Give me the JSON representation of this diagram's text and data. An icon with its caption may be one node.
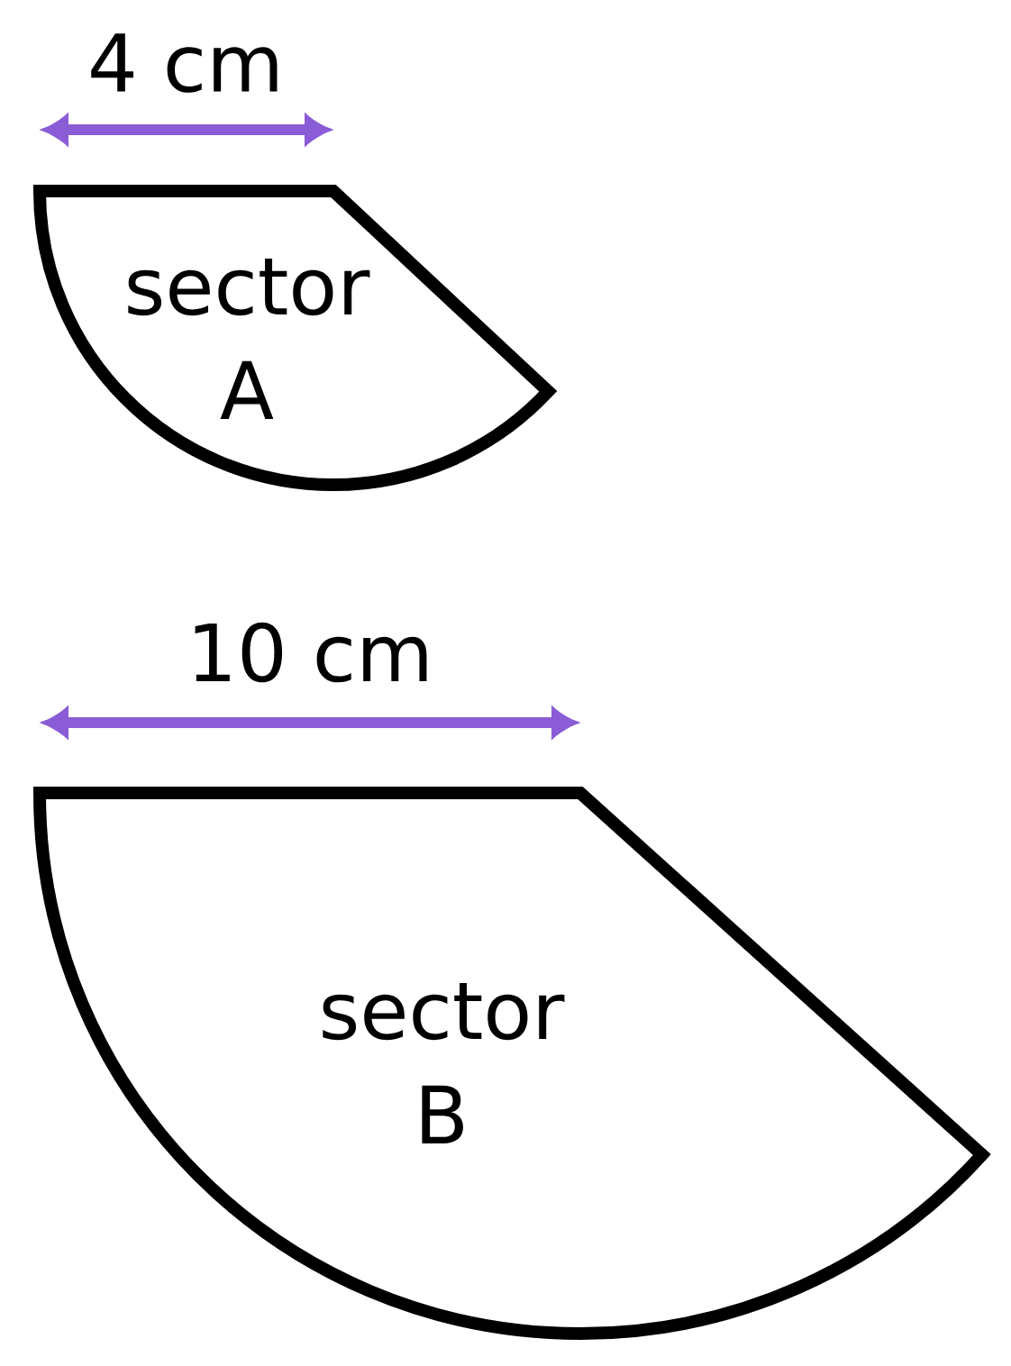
{
  "diagram": {
    "nodes": [
      {
        "text": [
          "sector A"
        ]
      },
      {
        "text": [
          "sector B"
        ]
      }
    ],
    "labels": [
      "4 cm",
      "10 cm"
    ]
  }
}
